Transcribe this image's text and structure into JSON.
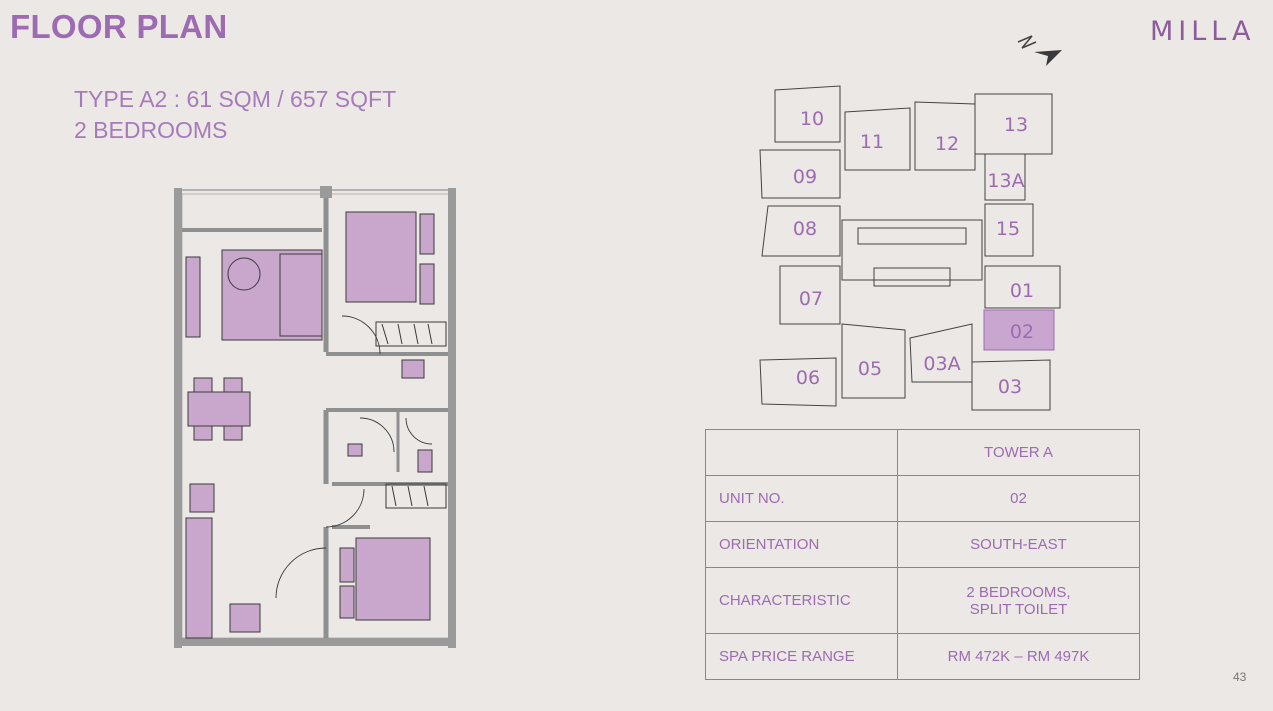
{
  "header": {
    "title": "FLOOR PLAN",
    "brand": "MILLA"
  },
  "unit_type": {
    "line1": "TYPE A2 : 61 SQM / 657 SQFT",
    "line2": "2 BEDROOMS"
  },
  "key_plan": {
    "units": [
      "10",
      "11",
      "12",
      "13",
      "09",
      "13A",
      "08",
      "15",
      "07",
      "01",
      "02",
      "06",
      "05",
      "03A",
      "03"
    ],
    "highlighted_unit": "02",
    "highlight_color": "#c9a6d0"
  },
  "info_table": {
    "header": "TOWER A",
    "rows": [
      {
        "label": "UNIT NO.",
        "value": "02"
      },
      {
        "label": "ORIENTATION",
        "value": "SOUTH-EAST"
      },
      {
        "label": "CHARACTERISTIC",
        "value_line1": "2 BEDROOMS,",
        "value_line2": "SPLIT TOILET"
      },
      {
        "label": "SPA PRICE RANGE",
        "value": "RM 472K – RM 497K"
      }
    ]
  },
  "page_number": "43",
  "colors": {
    "accent": "#9c6bb1",
    "furniture": "#c9a6cc",
    "wall": "#8f8f8f",
    "background": "#ece8e5"
  }
}
